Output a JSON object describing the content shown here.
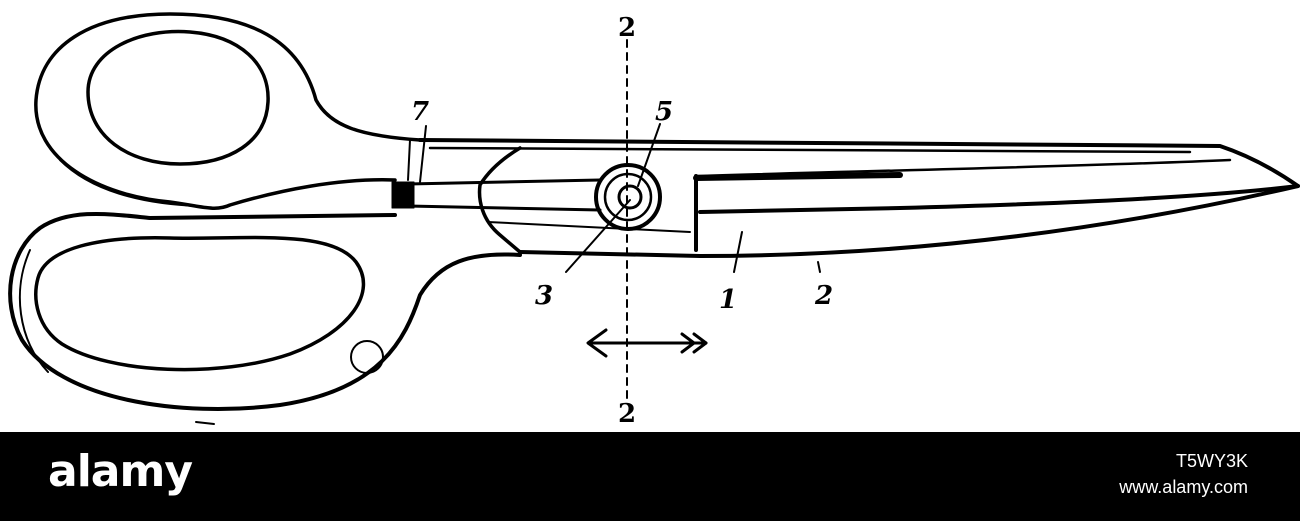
{
  "figure": {
    "labels": {
      "section_top": "2",
      "section_bottom": "2",
      "part_7": "7",
      "part_5": "5",
      "part_3": "3",
      "part_1": "1",
      "part_2": "2"
    }
  },
  "footer": {
    "brand": "alamy",
    "image_id": "T5WY3K",
    "site": "www.alamy.com"
  },
  "colors": {
    "line": "#000000",
    "footer_bg": "#000000",
    "footer_text": "#ffffff"
  }
}
